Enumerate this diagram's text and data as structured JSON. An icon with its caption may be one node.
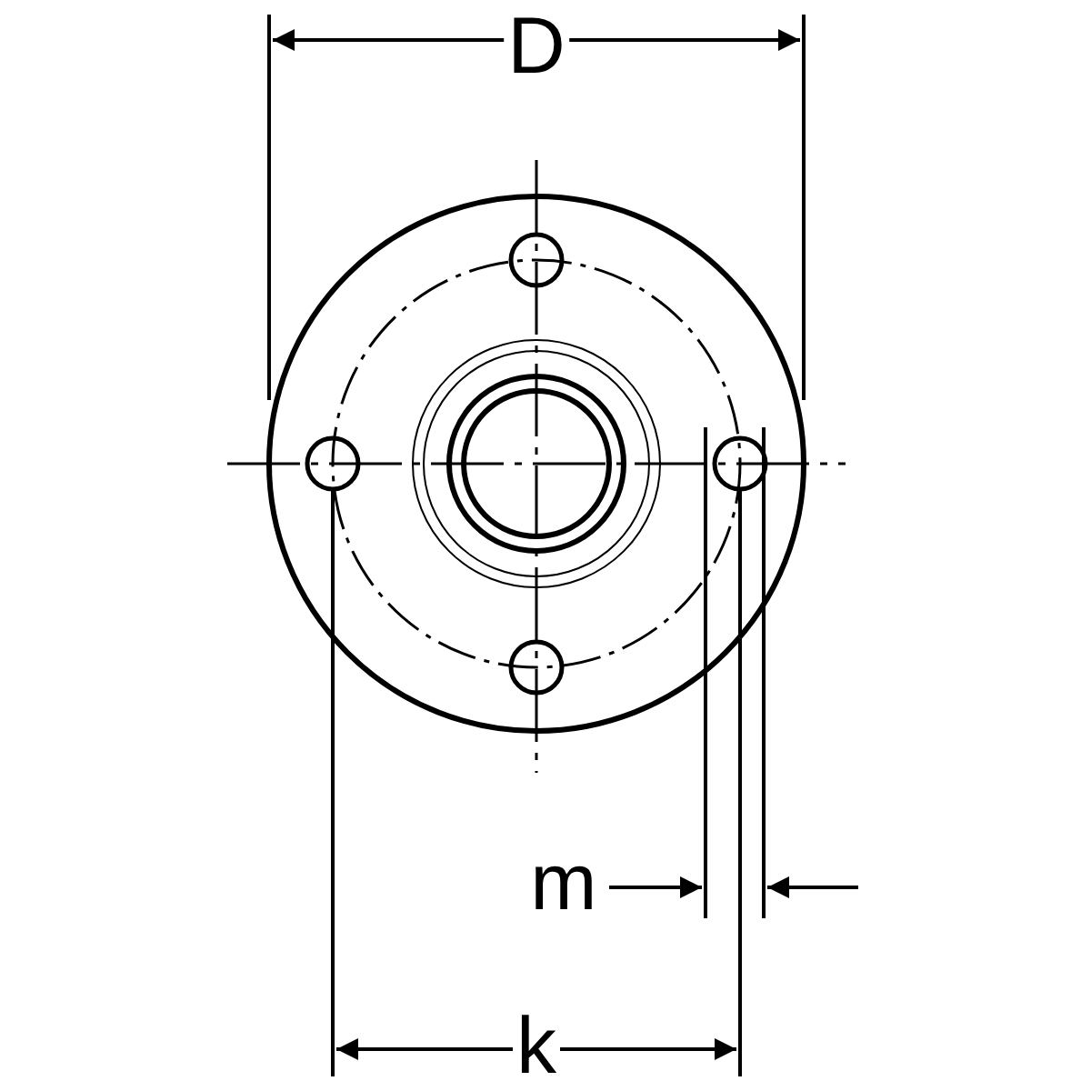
{
  "diagram": {
    "labels": [
      "D",
      "m",
      "k"
    ]
  }
}
